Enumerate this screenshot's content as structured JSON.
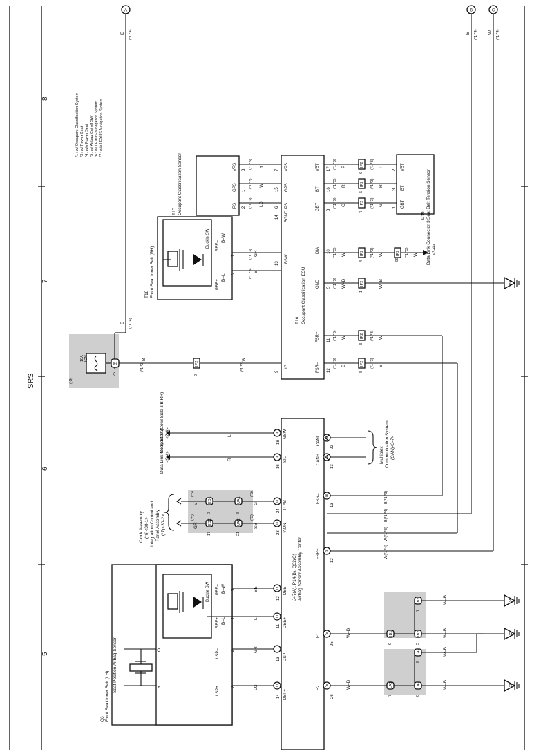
{
  "section_title": "SRS",
  "grid_numbers": [
    "5",
    "6",
    "7",
    "8"
  ],
  "notes": [
    "*1 : w/ Occupant Classification System",
    "*3 : w/ Power Seat",
    "*4 : w/o Power Seat",
    "*5 : w/ Airbag Cut off SW",
    "*6 : w/ LEXUS Navigation System",
    "*7 : w/o LEXUS Navigation System"
  ],
  "ref": {
    "a": "A",
    "b": "B",
    "c": "C",
    "ig": "(IG)"
  },
  "fuse": {
    "amp": "10A",
    "name": "IGN",
    "pin": "26"
  },
  "junction": "IP2",
  "colors": {
    "b": "B",
    "w": "W",
    "r": "R",
    "l": "L",
    "lg": "LG",
    "gr": "GR",
    "g": "G",
    "v": "V",
    "y": "Y",
    "bl": "B–L",
    "bw": "B–W",
    "wb": "W–B",
    "sb": "SB",
    "be": "BE",
    "o": "O",
    "p": "P",
    "bc": "B(*1 *3)",
    "bd": "B(*1 *4)",
    "wc": "W(*1 *3)",
    "wd": "W(*1 *4)"
  },
  "cond": {
    "c13": "(*1 *3)",
    "c14": "(*1 *4)",
    "c5": "(*5)"
  },
  "ecu": {
    "name": "T16",
    "title": "Occupant Classification ECU",
    "pins_left": [
      {
        "num": "9",
        "name": "IG"
      },
      {
        "num": "13",
        "name": "BSW"
      },
      {
        "num": "14",
        "name": "BGND"
      },
      {
        "num": "6",
        "name": "PS"
      },
      {
        "num": "15",
        "name": "GPS"
      },
      {
        "num": "7",
        "name": "VPS"
      }
    ],
    "pins_right": [
      {
        "num": "12",
        "name": "FSR–"
      },
      {
        "num": "11",
        "name": "FSR+"
      },
      {
        "num": "5",
        "name": "GND"
      },
      {
        "num": "10",
        "name": "DIA"
      },
      {
        "num": "8",
        "name": "GBT"
      },
      {
        "num": "16",
        "name": "BT"
      },
      {
        "num": "17",
        "name": "VBT"
      }
    ]
  },
  "sensor_t17": {
    "name": "T17",
    "title": "Occupant Classification Sensor",
    "pins": [
      "PS",
      "GPS",
      "VPS"
    ],
    "nums": [
      "2",
      "1",
      "3"
    ]
  },
  "buckle_t18": {
    "name": "T18",
    "title": "Front Seat Inner Belt (RH)",
    "sw": "Buckle SW",
    "p1": "RBE+",
    "p2": "RBE–",
    "n1": "2",
    "n2": "1"
  },
  "tension": {
    "name": "P39",
    "title": "Seat Belt Tension Sensor",
    "pins": [
      "GBT",
      "BT",
      "VBT"
    ],
    "nums": [
      "1",
      "3",
      "2"
    ]
  },
  "dlc3": {
    "label": "Data Link Connector 3",
    "ref": "<3-4>",
    "pin": "S9"
  },
  "ground": {
    "j1": "J1",
    "j2": "J2",
    "j4": "J4",
    "p1": "P1"
  },
  "airbag": {
    "name": "J47(A), P14(B), Q32(C)",
    "title": "Airbag Sensor Assembly Center",
    "pins": [
      {
        "num": "14",
        "conn": "C",
        "name": "DSP+"
      },
      {
        "num": "13",
        "conn": "C",
        "name": "DSP–"
      },
      {
        "num": "11",
        "conn": "C",
        "name": "DBE+"
      },
      {
        "num": "12",
        "conn": "C",
        "name": "DBE–"
      },
      {
        "num": "23",
        "conn": "B",
        "name": "PAON"
      },
      {
        "num": "24",
        "conn": "B",
        "name": "P-AB"
      },
      {
        "num": "16",
        "conn": "B",
        "name": "SIL"
      },
      {
        "num": "18",
        "conn": "B",
        "name": "GSW"
      }
    ],
    "pins_bottom": [
      {
        "num": "26",
        "conn": "A",
        "name": "E2"
      },
      {
        "num": "25",
        "conn": "A",
        "name": "E1"
      },
      {
        "num": "12",
        "conn": "B",
        "name": "FSR+"
      },
      {
        "num": "13",
        "conn": "B",
        "name": "FSR–"
      },
      {
        "num": "13",
        "conn": "A",
        "name": "CANH"
      },
      {
        "num": "22",
        "conn": "A",
        "name": "CANL"
      }
    ]
  },
  "q6": {
    "name": "Q6",
    "title": "Front Seat Inner Belt (LH)",
    "sensor": "Seat Position Airbag Sensor",
    "sw": "Buckle SW",
    "pins": [
      "LSP+",
      "LSP–",
      "RBE+",
      "RBE–"
    ],
    "nums": [
      "2",
      "4",
      "1",
      "3"
    ]
  },
  "clock": {
    "line1": "Clock Assembly",
    "line2": "(*6)<30-1>",
    "line3": "Integration Control and",
    "line4": "Panel Assembly",
    "line5": "(*7)<30-2>"
  },
  "body_ecu": {
    "label": "Body ECU (Cowl Side J/B RH)",
    "ref": "<2-4>"
  },
  "dlc3b": {
    "label": "Data Link Connector 3",
    "ref": "<9-4>"
  },
  "mpx": {
    "line1": "Multiplex",
    "line2": "Communication System",
    "line3": "(CAN)<3-7>"
  },
  "conn_ids": {
    "ib1": "IB1",
    "ib2": "IB2",
    "ib3": "IB3",
    "ua1": "UA1",
    "ua2": "UA2",
    "ua3": "UA3",
    "la1": "LA1",
    "la2": "LA2",
    "ed1": "ED1",
    "ed2": "ED2"
  }
}
